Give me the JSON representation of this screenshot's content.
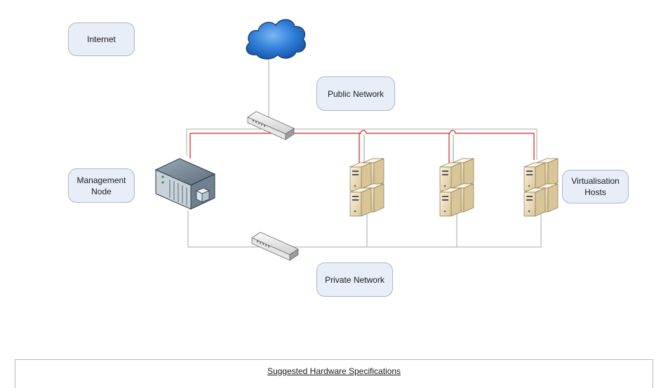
{
  "labels": {
    "internet": "Internet",
    "public_network": "Public Network",
    "management_node": "Management\nNode",
    "virtualisation_hosts": "Virtualisation\nHosts",
    "private_network": "Private Network"
  },
  "specs": {
    "title": "Suggested Hardware Specifications"
  },
  "icons": {
    "internet": "cloud-icon",
    "public_switch": "network-switch-icon",
    "private_switch": "network-switch-icon",
    "management_node": "server-chassis-icon",
    "host_servers": "tower-server-stack-icon"
  },
  "colors": {
    "public_link": "#d42020",
    "private_link": "#a9a9a9",
    "cloud_fill": "#2f7ed8",
    "label_fill": "#e8eef7",
    "label_border": "#aab6c8",
    "server_fill": "#f0e3c2"
  }
}
